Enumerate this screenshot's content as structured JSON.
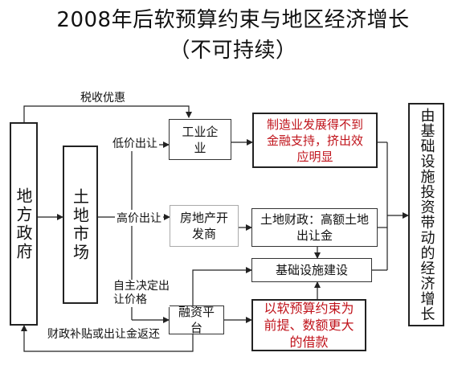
{
  "title": {
    "line1": "2008年后软预算约束与地区经济增长",
    "line2": "（不可持续）"
  },
  "nodes": {
    "local_gov": "地方政府",
    "land_market": "土地市场",
    "industrial": "工业企业",
    "real_estate": "房地产开发商",
    "financing": "融资平台",
    "manufacturing": "制造业发展得不到金融支持，挤出效应明显",
    "land_finance": "土地财政：高额土地出让金",
    "infrastructure": "基础设施建设",
    "soft_budget": "以软预算约束为前提、数额更大的借款",
    "growth": "由基础设施投资带动的经济增长"
  },
  "edges": {
    "tax": "税收优惠",
    "low_price": "低价出让",
    "high_price": "高价出让",
    "self_pricing": "自主决定出让价格",
    "subsidy": "财政补贴或出让金返还"
  }
}
